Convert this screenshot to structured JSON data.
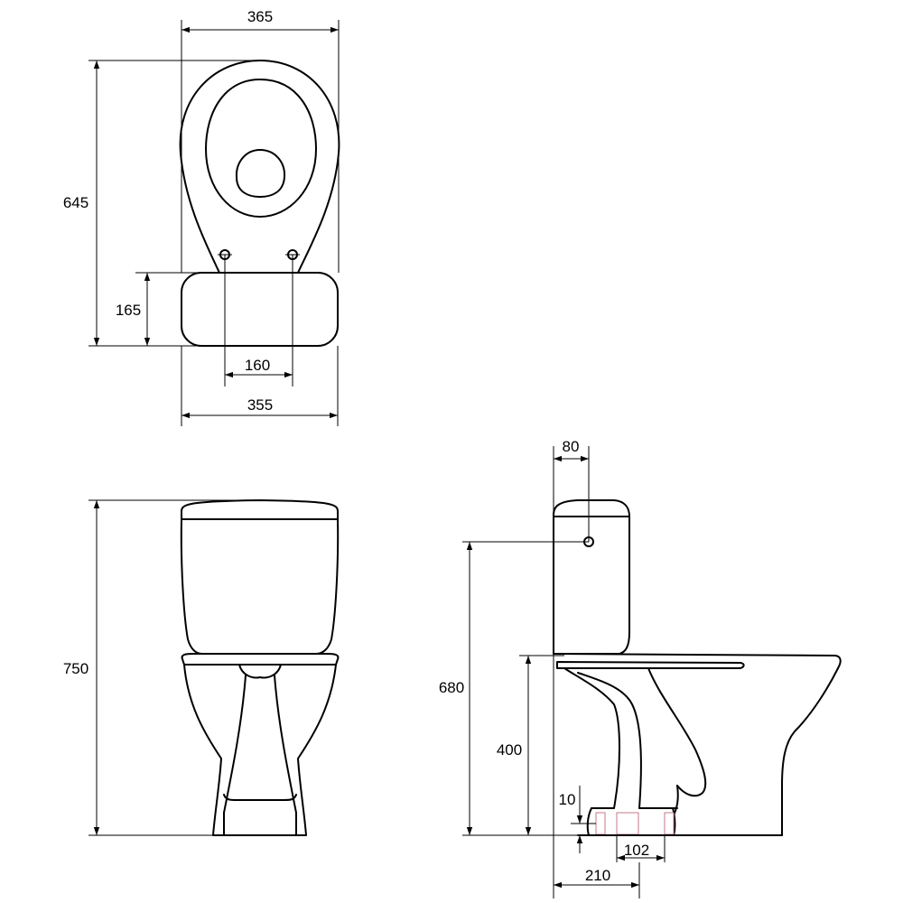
{
  "dimensions": {
    "top_width": "365",
    "top_length": "645",
    "tank_depth": "165",
    "bolt_spacing": "160",
    "base_width": "355",
    "total_height": "750",
    "inlet_offset": "80",
    "inlet_height": "680",
    "seat_height": "400",
    "floor_gap": "10",
    "outlet_diameter": "102",
    "outlet_distance": "210"
  },
  "colors": {
    "line": "#000000",
    "background": "#ffffff",
    "section_hatch": "#c47a8a"
  }
}
